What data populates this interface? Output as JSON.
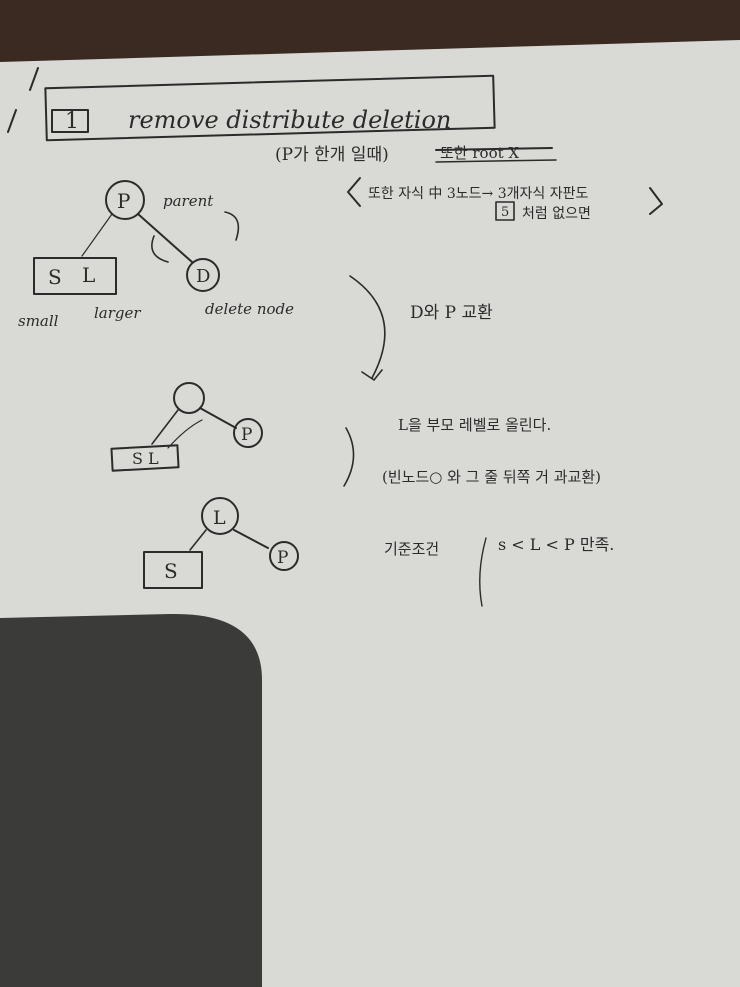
{
  "note": {
    "title_number": "1",
    "title": "remove distribute deletion",
    "subtitle": "(P가 한개 일때)",
    "crossed_text": "또한 root X",
    "bracket_line1": "또한 자식 中 3노드→ 3개자식 자판도",
    "bracket_line2_box": "5",
    "bracket_line2": "처럼 없으면",
    "tree1": {
      "parent_node": "P",
      "parent_label": "parent",
      "delete_node": "D",
      "delete_label": "delete node",
      "box_small": "S",
      "box_large": "L",
      "small_label": "small",
      "larger_label": "larger"
    },
    "step_swap": "D와 P 교환",
    "tree2": {
      "box": "S L",
      "node_p": "P"
    },
    "step_raise": "L을 부모 레벨로 올린다.",
    "step_raise_note": "(빈노드○ 와 그 줄 뒤쪽 거 과교환)",
    "tree3": {
      "node_top": "L",
      "box_s": "S",
      "node_p": "P"
    },
    "criterion_label": "기준조건",
    "criterion": "s < L < P 만족."
  }
}
